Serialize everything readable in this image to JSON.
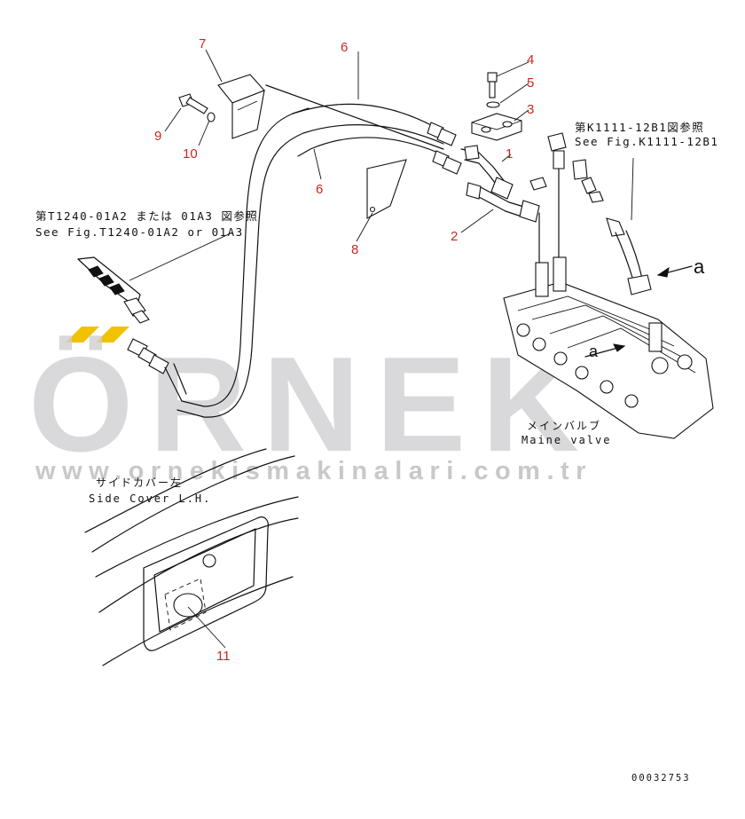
{
  "part_numbers": {
    "p1": "1",
    "p2": "2",
    "p3": "3",
    "p4": "4",
    "p5": "5",
    "p6a": "6",
    "p6b": "6",
    "p7": "7",
    "p8": "8",
    "p9": "9",
    "p10": "10",
    "p11": "11"
  },
  "references": {
    "k1111_jp": "第K1111-12B1図参照",
    "k1111_en": "See Fig.K1111-12B1",
    "t1240_jp": "第T1240-01A2 または 01A3 図参照",
    "t1240_en": "See Fig.T1240-01A2 or 01A3"
  },
  "labels": {
    "arrow_a_right": "a",
    "arrow_a_valve": "a",
    "main_valve_jp": "メインバルブ",
    "main_valve_en": "Maine valve",
    "side_cover_jp": "サイドカバー左",
    "side_cover_en": "Side Cover L.H."
  },
  "watermark": {
    "brand": "ÖRNEK",
    "url": "www.ornekismakinalari.com.tr",
    "accent_color": "#f2c200",
    "gray_color": "#cfcfd1"
  },
  "drawing_number": "00032753"
}
